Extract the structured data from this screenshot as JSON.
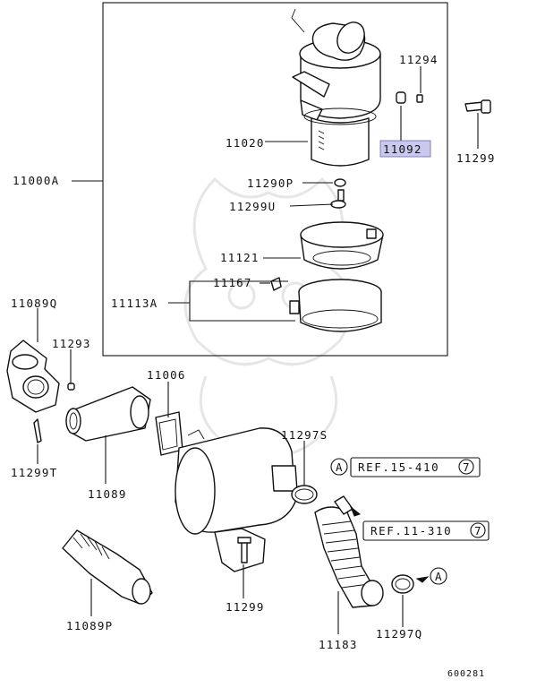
{
  "labels": {
    "p11294": "11294",
    "p11299_top": "11299",
    "p11092": "11092",
    "p11020": "11020",
    "p11000A": "11000A",
    "p11290P": "11290P",
    "p11299U": "11299U",
    "p11121": "11121",
    "p11167": "11167",
    "p11113A": "11113A",
    "p11089Q": "11089Q",
    "p11293": "11293",
    "p11006": "11006",
    "p11297S": "11297S",
    "p11299T": "11299T",
    "p11089": "11089",
    "p11089P": "11089P",
    "p11299_bottom": "11299",
    "p11183": "11183",
    "p11297Q": "11297Q"
  },
  "references": {
    "ref1_text": "REF.15-410",
    "ref1_circle": "7",
    "ref2_text": "REF.11-310",
    "ref2_circle": "7",
    "marker_a1": "A",
    "marker_a2": "A"
  },
  "diagram_id": "600281",
  "colors": {
    "highlight": "#c9c9ee",
    "ink": "#111111",
    "watermark": "#e6e6e6"
  }
}
